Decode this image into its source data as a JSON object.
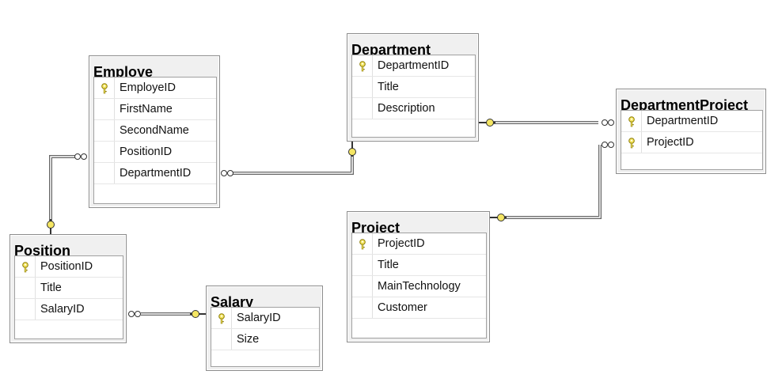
{
  "tables": {
    "employe": {
      "title": "Employe",
      "columns": [
        {
          "name": "EmployeID",
          "pk": true
        },
        {
          "name": "FirstName",
          "pk": false
        },
        {
          "name": "SecondName",
          "pk": false
        },
        {
          "name": "PositionID",
          "pk": false
        },
        {
          "name": "DepartmentID",
          "pk": false
        }
      ]
    },
    "department": {
      "title": "Department",
      "columns": [
        {
          "name": "DepartmentID",
          "pk": true
        },
        {
          "name": "Title",
          "pk": false
        },
        {
          "name": "Description",
          "pk": false
        }
      ]
    },
    "department_project": {
      "title": "DepartmentProject",
      "columns": [
        {
          "name": "DepartmentID",
          "pk": true
        },
        {
          "name": "ProjectID",
          "pk": true
        }
      ]
    },
    "position": {
      "title": "Position",
      "columns": [
        {
          "name": "PositionID",
          "pk": true
        },
        {
          "name": "Title",
          "pk": false
        },
        {
          "name": "SalaryID",
          "pk": false
        }
      ]
    },
    "salary": {
      "title": "Salary",
      "columns": [
        {
          "name": "SalaryID",
          "pk": true
        },
        {
          "name": "Size",
          "pk": false
        }
      ]
    },
    "project": {
      "title": "Project",
      "columns": [
        {
          "name": "ProjectID",
          "pk": true
        },
        {
          "name": "Title",
          "pk": false
        },
        {
          "name": "MainTechnology",
          "pk": false
        },
        {
          "name": "Customer",
          "pk": false
        }
      ]
    }
  },
  "relationships": [
    {
      "from": "employe",
      "to": "position",
      "many_side": "employe",
      "one_side": "position"
    },
    {
      "from": "employe",
      "to": "department",
      "many_side": "employe",
      "one_side": "department"
    },
    {
      "from": "position",
      "to": "salary",
      "many_side": "position",
      "one_side": "salary"
    },
    {
      "from": "department_project",
      "to": "department",
      "many_side": "department_project",
      "one_side": "department"
    },
    {
      "from": "department_project",
      "to": "project",
      "many_side": "department_project",
      "one_side": "project"
    }
  ],
  "colors": {
    "key_fill": "#f5e663",
    "key_stroke": "#8a7a00",
    "line": "#555555"
  }
}
